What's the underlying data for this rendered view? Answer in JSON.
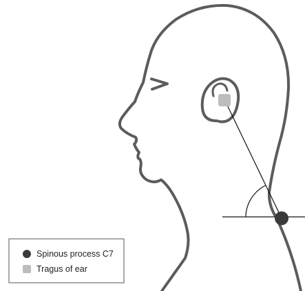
{
  "legend": {
    "items": [
      {
        "label": "Spinous process C7",
        "marker": "circle",
        "color": "#3a3a3a"
      },
      {
        "label": "Tragus of ear",
        "marker": "square",
        "color": "#bdbdbd"
      }
    ]
  },
  "colors": {
    "outline": "#5c5c5c",
    "line": "#111111",
    "c7_marker": "#3a3a3a",
    "tragus_marker": "#bdbdbd"
  }
}
